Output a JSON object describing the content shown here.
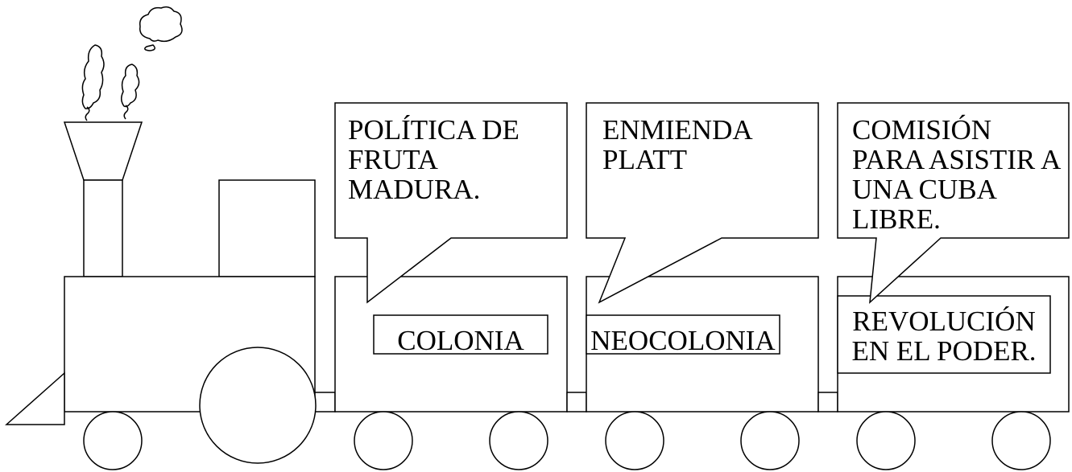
{
  "callouts": {
    "c1": "POLÍTICA DE\nFRUTA\nMADURA.",
    "c2": "ENMIENDA\nPLATT",
    "c3": "COMISIÓN\nPARA ASISTIR A\nUNA CUBA\nLIBRE."
  },
  "wagons": {
    "w1": "COLONIA",
    "w2": "NEOCOLONIA",
    "w3": "REVOLUCIÓN\nEN EL PODER."
  },
  "colors": {
    "stroke": "#000000",
    "fill": "#ffffff"
  }
}
